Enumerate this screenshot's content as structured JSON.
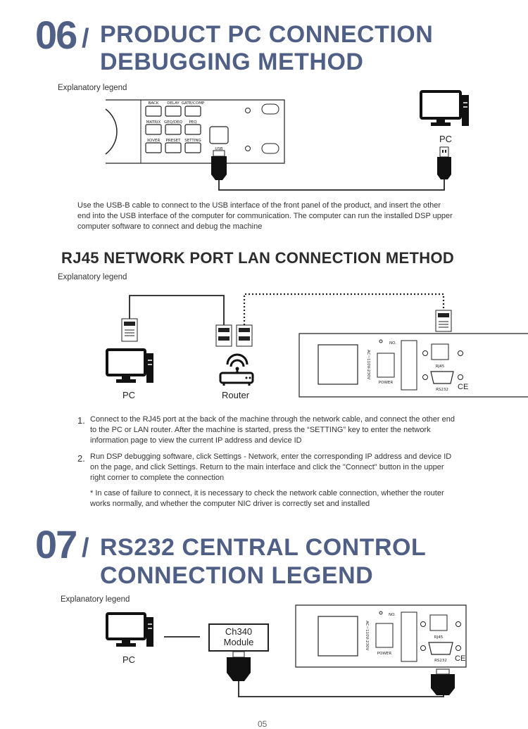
{
  "section06": {
    "number": "06",
    "slash": "/",
    "title_line1": "PRODUCT PC CONNECTION",
    "title_line2": "DEBUGGING METHOD",
    "legend": "Explanatory legend",
    "panel_buttons": [
      "BACK",
      "DELAY",
      "GATE/COMP",
      "MATRIX",
      "GEQ/DEQ",
      "PEQ",
      "XOVER",
      "PRESET",
      "SETTING"
    ],
    "usb_label": "USB",
    "pc_label": "PC",
    "description": "Use the USB-B cable to connect to the USB interface of the front panel of the product, and insert the other end into the USB interface of the computer for communication. The computer can run the installed DSP upper computer software to connect and debug the machine"
  },
  "rj45": {
    "heading": "RJ45 NETWORK PORT LAN CONNECTION METHOD",
    "legend": "Explanatory legend",
    "pc_label": "PC",
    "router_label": "Router",
    "rear_labels": {
      "voltage": "AC~110V-230V",
      "no": "NO.",
      "power": "POWER",
      "rj45": "RJ45",
      "rs232": "RS232",
      "ce": "CE"
    },
    "steps": [
      {
        "num": "1.",
        "text": "Connect to the RJ45 port at the back of the machine through the network cable, and connect the other end to the PC or LAN router. After the machine is started, press the “SETTING” key to enter the network information page to view the current IP address and device ID"
      },
      {
        "num": "2.",
        "text": "Run DSP debugging software, click Settings - Network, enter the corresponding IP address and device ID on the page, and click Settings. Return to the main interface and click the \"Connect\" button in the upper right corner to complete the connection"
      }
    ],
    "note": "* In case of failure to connect, it is necessary to check the network cable connection, whether the router works normally, and whether the computer NIC driver is correctly set and installed"
  },
  "section07": {
    "number": "07",
    "slash": "/",
    "title_line1": "RS232 CENTRAL CONTROL",
    "title_line2": "CONNECTION LEGEND",
    "legend": "Explanatory legend",
    "pc_label": "PC",
    "module_line1": "Ch340",
    "module_line2": "Module",
    "rear_labels": {
      "voltage": "AC~110V-230V",
      "no": "NO.",
      "power": "POWER",
      "rj45": "RJ45",
      "rs232": "RS232",
      "ce": "CE"
    }
  },
  "page_number": "05"
}
